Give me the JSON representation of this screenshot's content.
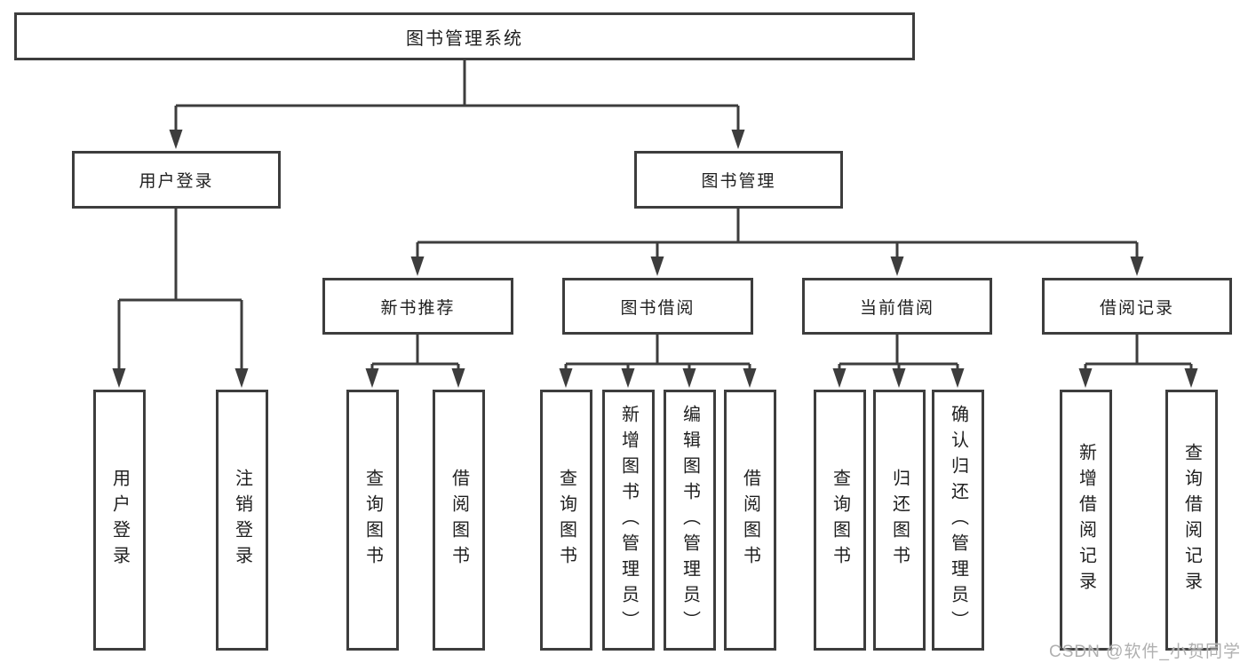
{
  "diagram": {
    "root": {
      "label": "图书管理系统"
    },
    "children": [
      {
        "label": "用户登录",
        "children": [
          {
            "label": "用户登录"
          },
          {
            "label": "注销登录"
          }
        ]
      },
      {
        "label": "图书管理",
        "children": [
          {
            "label": "新书推荐",
            "children": [
              {
                "label": "查询图书"
              },
              {
                "label": "借阅图书"
              }
            ]
          },
          {
            "label": "图书借阅",
            "children": [
              {
                "label": "查询图书"
              },
              {
                "label": "新增图书（管理员）"
              },
              {
                "label": "编辑图书（管理员）"
              },
              {
                "label": "借阅图书"
              }
            ]
          },
          {
            "label": "当前借阅",
            "children": [
              {
                "label": "查询图书"
              },
              {
                "label": "归还图书"
              },
              {
                "label": "确认归还（管理员）"
              }
            ]
          },
          {
            "label": "借阅记录",
            "children": [
              {
                "label": "新增借阅记录"
              },
              {
                "label": "查询借阅记录"
              }
            ]
          }
        ]
      }
    ]
  },
  "watermark": {
    "text": "CSDN @软件_小贺同学"
  },
  "colors": {
    "line": "#3d3d3d",
    "box_border": "#3d3d3d",
    "box_fill": "#ffffff",
    "text": "#1f1f1f",
    "watermark": "#b0b0b0",
    "background": "#ffffff"
  }
}
